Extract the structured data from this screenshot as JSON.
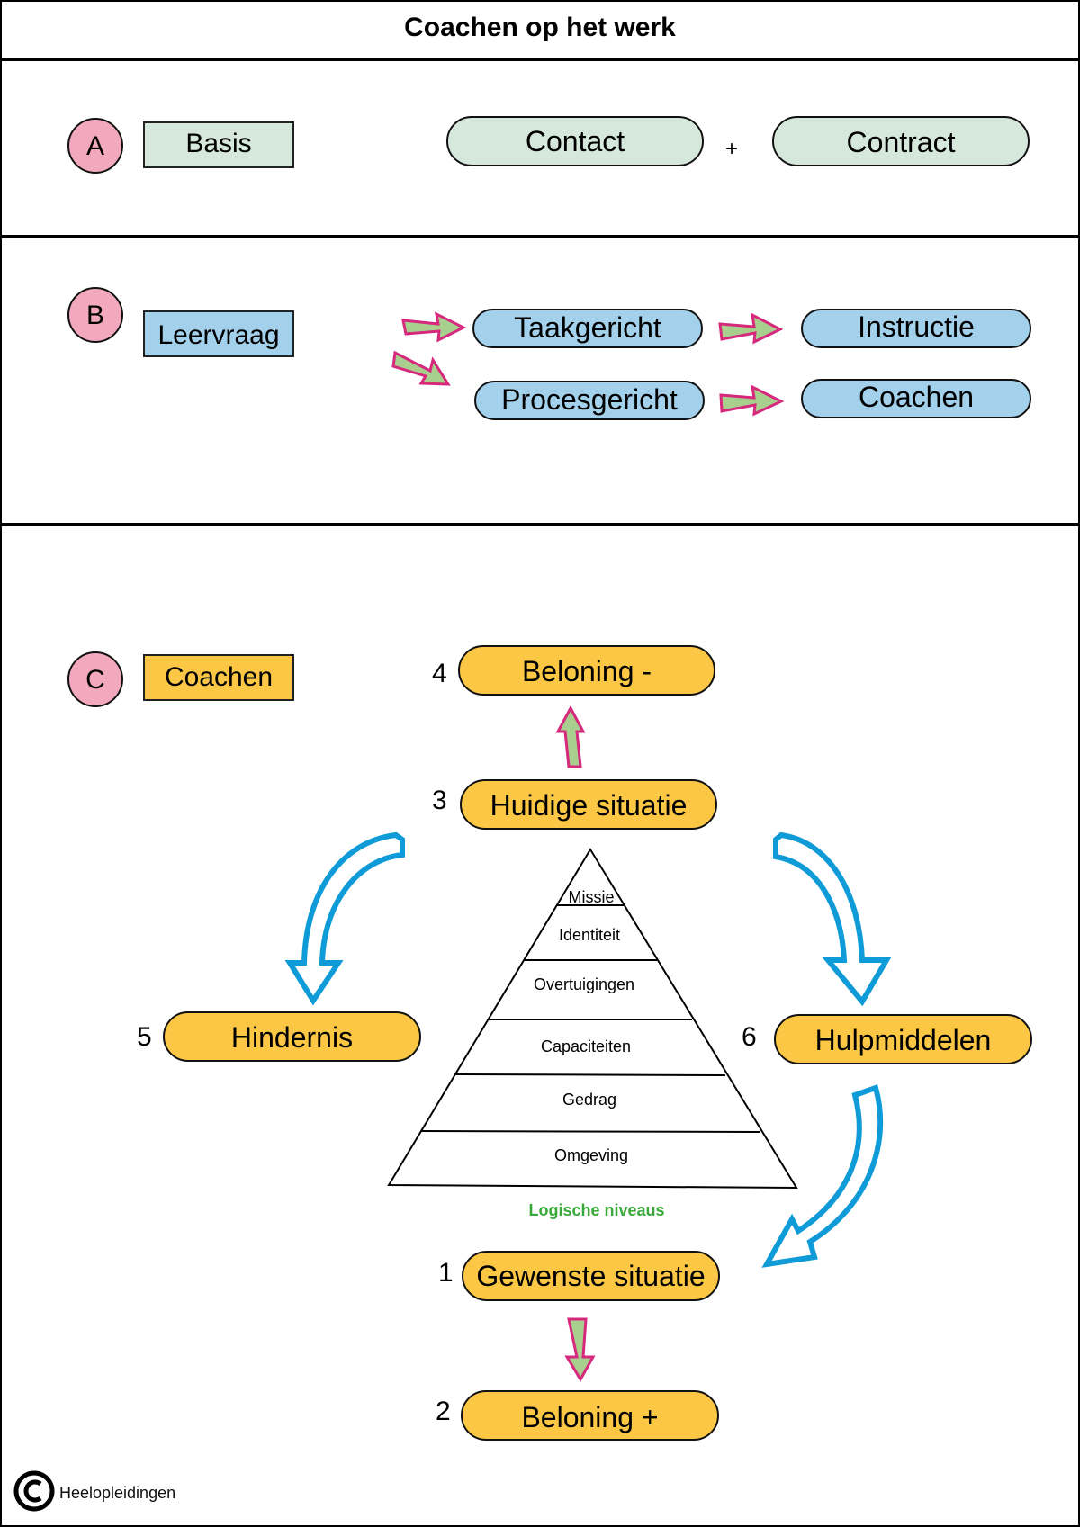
{
  "title": "Coachen op het werk",
  "section_a": {
    "marker": "A",
    "label": "Basis",
    "items": [
      "Contact",
      "Contract"
    ],
    "joiner": "+"
  },
  "section_b": {
    "marker": "B",
    "label": "Leervraag",
    "rows": [
      {
        "from": "Taakgericht",
        "to": "Instructie"
      },
      {
        "from": "Procesgericht",
        "to": "Coachen"
      }
    ]
  },
  "section_c": {
    "marker": "C",
    "label": "Coachen",
    "steps": [
      {
        "number": "1",
        "label": "Gewenste situatie"
      },
      {
        "number": "2",
        "label": "Beloning +"
      },
      {
        "number": "3",
        "label": "Huidige situatie"
      },
      {
        "number": "4",
        "label": "Beloning -"
      },
      {
        "number": "5",
        "label": "Hindernis"
      },
      {
        "number": "6",
        "label": "Hulpmiddelen"
      }
    ],
    "pyramid": {
      "levels": [
        "Missie",
        "Identiteit",
        "Overtuigingen",
        "Capaciteiten",
        "Gedrag",
        "Omgeving"
      ],
      "caption": "Logische niveaus"
    }
  },
  "footer": {
    "copyright_icon": "copyright-icon",
    "owner": "Heelopleidingen"
  },
  "colors": {
    "marker_pink": "#f2a8bd",
    "basis_green": "#d6e8dc",
    "leervraag_blue": "#a3d1ec",
    "coachen_yellow": "#fbc744",
    "curved_arrow_blue": "#0f9bd8",
    "small_arrow_fill": "#a9cf8e",
    "small_arrow_edge": "#d6287d",
    "caption_green": "#3aa83a"
  }
}
